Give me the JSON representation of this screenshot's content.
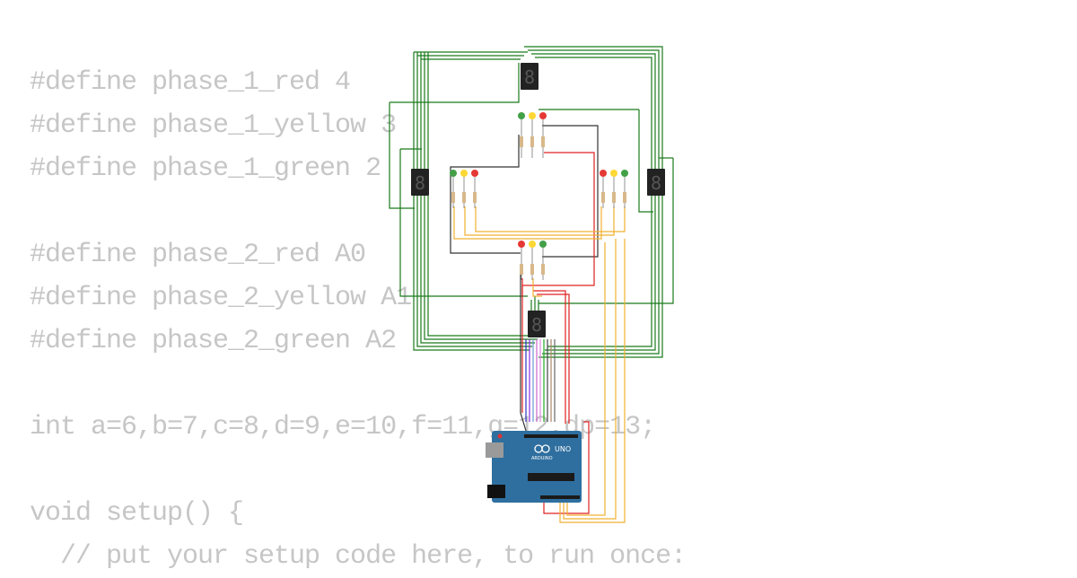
{
  "code_lines": [
    "#define phase_1_red 4",
    "#define phase_1_yellow 3",
    "#define phase_1_green 2",
    "",
    "#define phase_2_red A0",
    "#define phase_2_yellow A1",
    "#define phase_2_green A2",
    "",
    "int a=6,b=7,c=8,d=9,e=10,f=11,g=12,dp=13;",
    "",
    "void setup() {",
    "  // put your setup code here, to run once:"
  ],
  "board": {
    "brand": "ARDUINO",
    "model": "UNO"
  },
  "colors": {
    "code_text": "#c6c6c6",
    "wire_green": "#1a7a1a",
    "wire_red": "#e02020",
    "wire_yellow": "#f0b030",
    "wire_black": "#333333",
    "board_blue": "#2f6f9f",
    "led_red": "#e53935",
    "led_yellow": "#fdd835",
    "led_green": "#43a047",
    "display_body": "#222222"
  },
  "icons": {
    "display": "seven-segment-display-icon",
    "led": "led-icon",
    "resistor": "resistor-icon",
    "board": "arduino-uno-board-icon"
  }
}
